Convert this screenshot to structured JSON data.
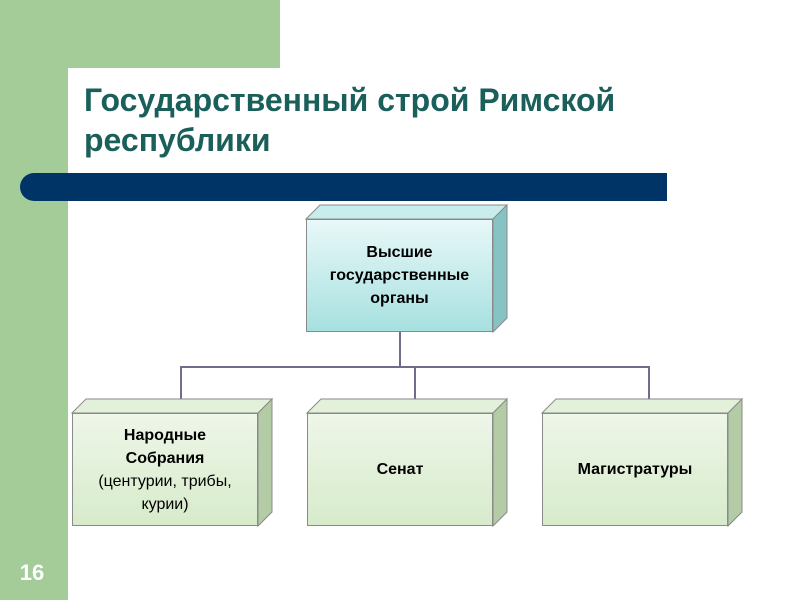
{
  "slide": {
    "title": "Государственный строй Римской республики",
    "page_number": "16"
  },
  "diagram": {
    "top": {
      "lines": [
        "Высшие",
        "государственные",
        "органы"
      ]
    },
    "children": [
      {
        "title_lines": [
          "Народные",
          "Собрания"
        ],
        "subtitle_lines": [
          "(центурии, трибы,",
          "курии)"
        ]
      },
      {
        "title_lines": [
          "Сенат"
        ],
        "subtitle_lines": []
      },
      {
        "title_lines": [
          "Магистратуры"
        ],
        "subtitle_lines": []
      }
    ]
  },
  "colors": {
    "accent_green": "#a3cc99",
    "title_text": "#1a5f5a",
    "title_bar": "#003466",
    "top_box": "#a7e0e0",
    "child_box": "#d7ebcb",
    "connector": "#6e6e8a"
  }
}
